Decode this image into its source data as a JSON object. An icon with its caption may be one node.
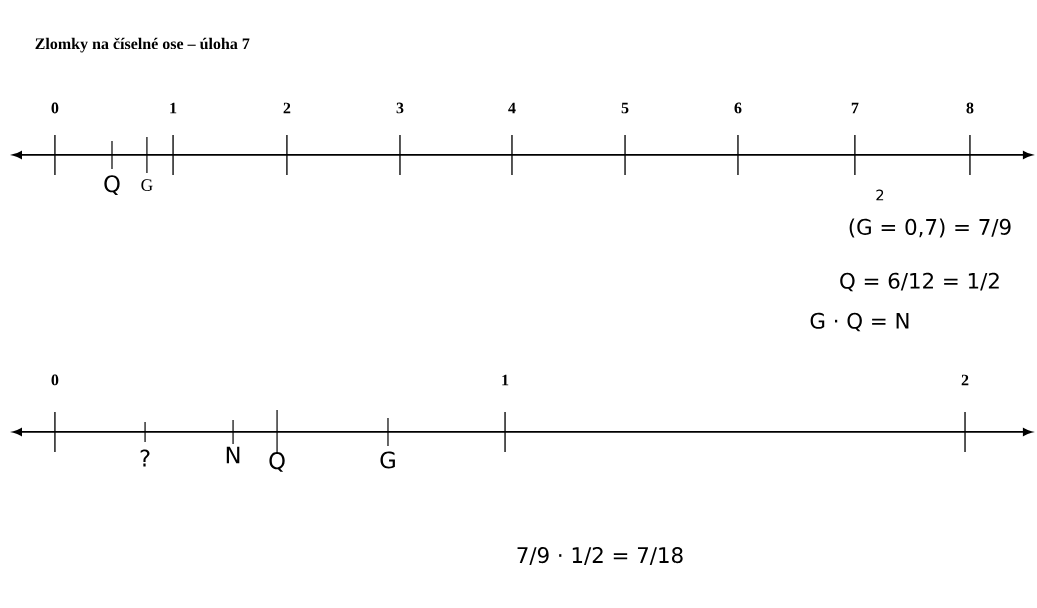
{
  "diagram": {
    "title": "Zlomky na číselné ose – úloha 7",
    "labels": [
      "0",
      "1",
      "2",
      "3",
      "4",
      "5",
      "6",
      "7",
      "8",
      "Q",
      "G",
      "2",
      "(G = 0,7) = 7/9",
      "Q = 6/12 = 1/2",
      "G · Q = N",
      "0",
      "1",
      "2",
      "?",
      "N",
      "Q",
      "G",
      "7/9 · 1/2 = 7/18"
    ]
  }
}
